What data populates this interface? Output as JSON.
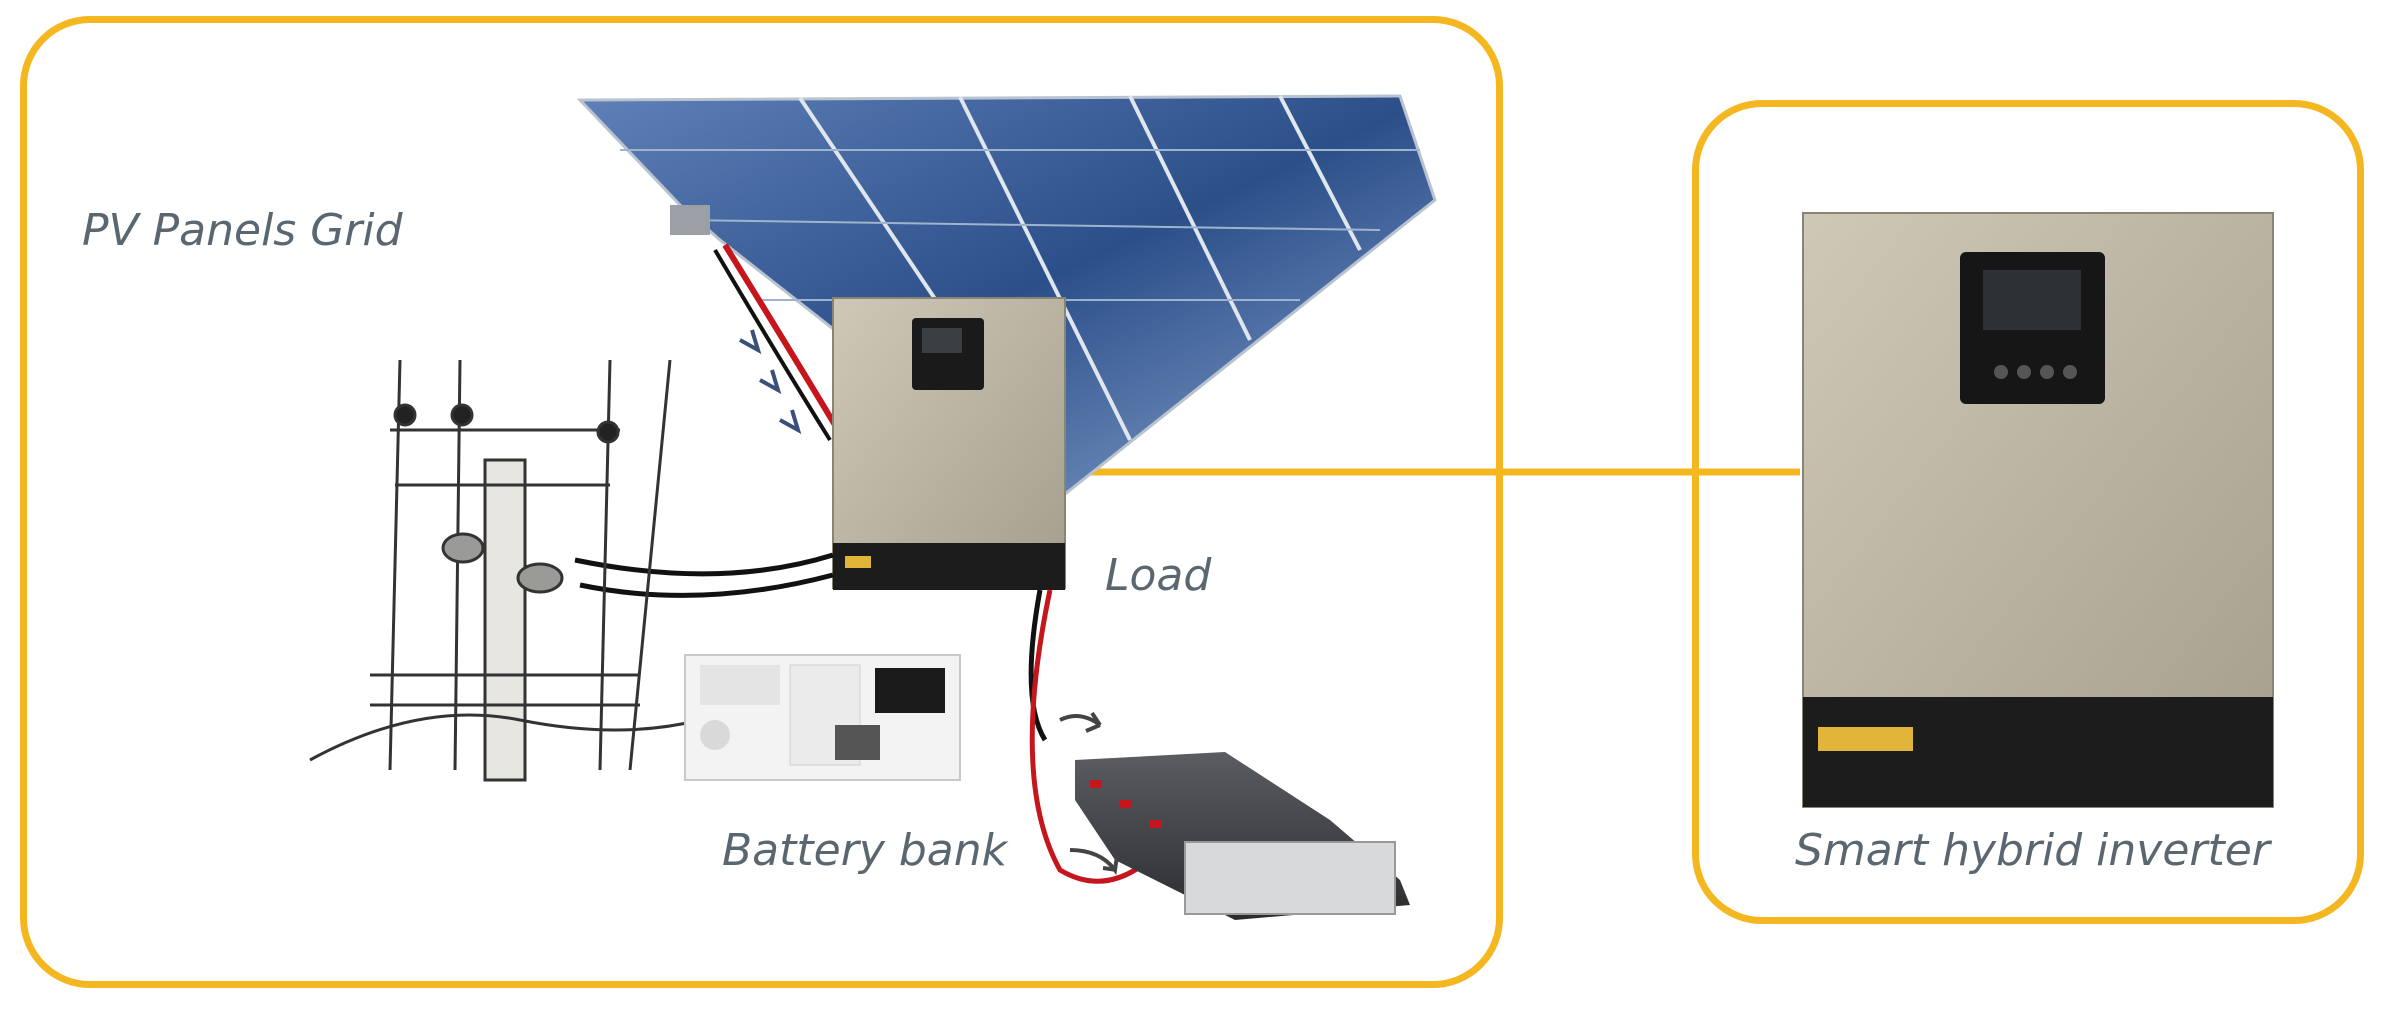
{
  "labels": {
    "pv_panels": "PV Panels Grid",
    "load": "Load",
    "battery_bank": "Battery bank",
    "inverter": "Smart hybrid inverter"
  },
  "colors": {
    "frame": "#f4b71f",
    "connector": "#f4b71f",
    "label_text": "#5b6770",
    "panel_blue": "#2c4f8a",
    "inverter_body": "#b8b19f",
    "inverter_base": "#1c1c1c",
    "cable_red": "#c4161c",
    "cable_black": "#111111"
  },
  "icons": [
    "solar-panel-icon",
    "inverter-icon",
    "utility-pole-icon",
    "appliances-icon",
    "battery-icon",
    "arrow-icon"
  ]
}
